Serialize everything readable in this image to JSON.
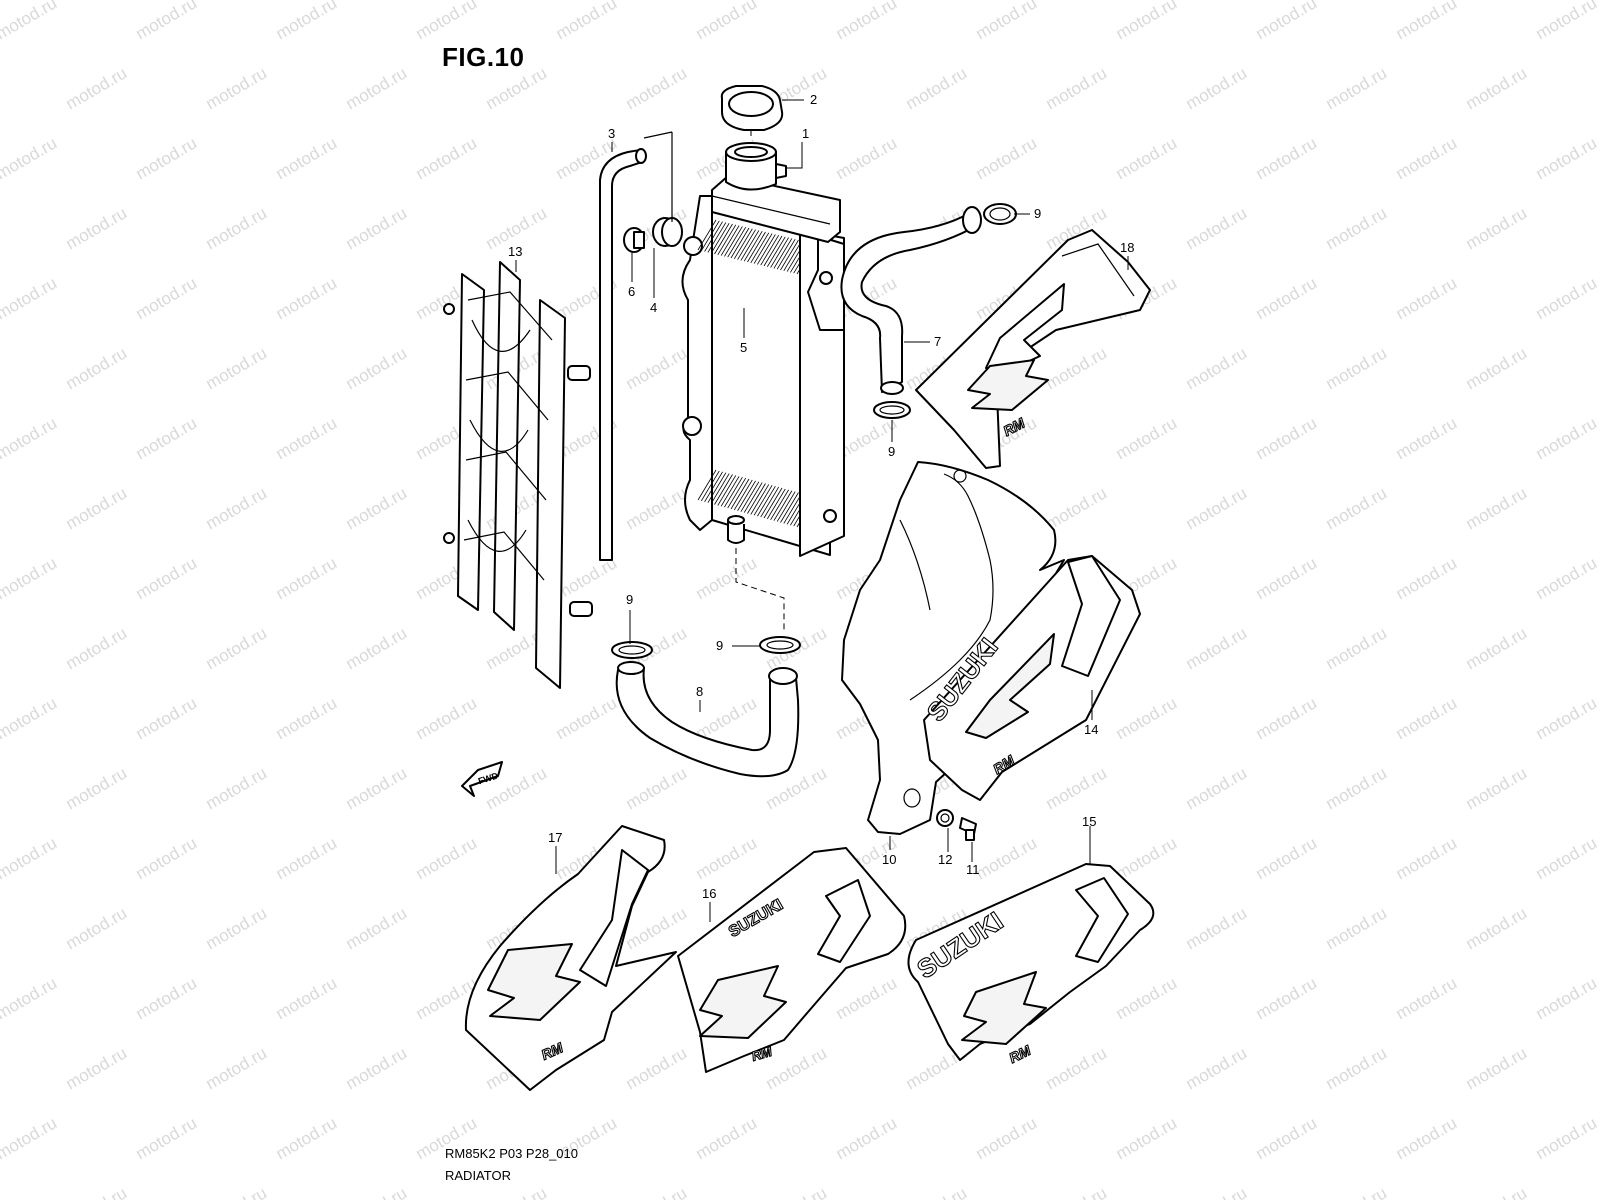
{
  "figure": {
    "title": "FIG.10",
    "code": "RM85K2 P03 P28_010",
    "name": "RADIATOR"
  },
  "watermark": "motod.ru",
  "callouts": [
    "1",
    "2",
    "3",
    "4",
    "5",
    "6",
    "7",
    "8",
    "9",
    "9",
    "9",
    "9",
    "10",
    "11",
    "12",
    "13",
    "14",
    "15",
    "16",
    "17",
    "18"
  ],
  "decals": {
    "brand": "SUZUKI",
    "model": "RM",
    "arrow": "FWD"
  }
}
